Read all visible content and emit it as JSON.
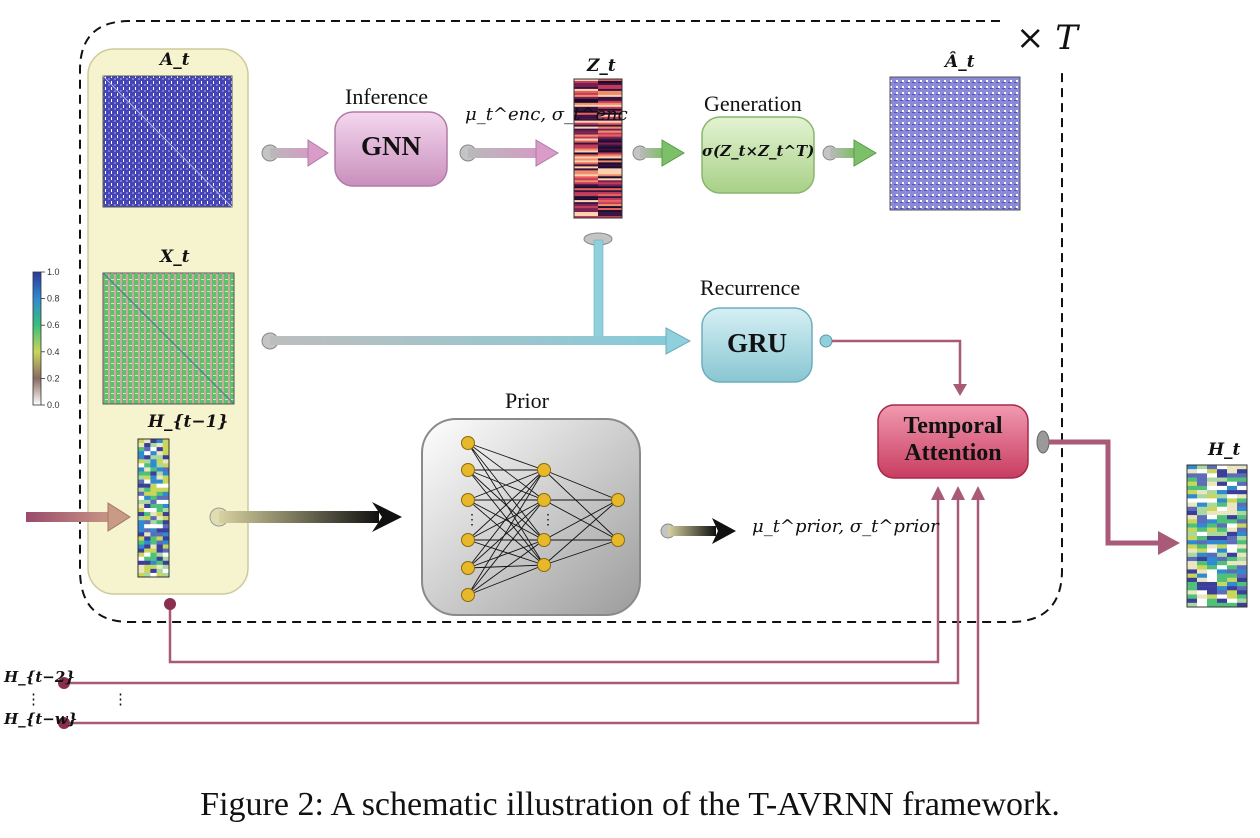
{
  "loop_label": "× T",
  "blocks": {
    "inference": {
      "title": "Inference",
      "module": "GNN"
    },
    "generation": {
      "title": "Generation",
      "module": "σ(Z_t×Z_t^T)"
    },
    "recurrence": {
      "title": "Recurrence",
      "module": "GRU"
    },
    "prior": {
      "title": "Prior"
    },
    "temporal_attention": {
      "line1": "Temporal",
      "line2": "Attention"
    }
  },
  "symbols": {
    "A_t": "A_t",
    "A_hat_t": "Â_t",
    "X_t": "X_t",
    "Z_t": "Z_t",
    "H_prev": "H_{t−1}",
    "H_t": "H_t",
    "H_t2": "H_{t−2}",
    "H_tw": "H_{t−w}",
    "enc_params": "μ_t^enc, σ_t^enc",
    "prior_params": "μ_t^prior, σ_t^prior",
    "vdots": "⋮"
  },
  "colorbar": {
    "ticks": [
      "1.0",
      "0.8",
      "0.6",
      "0.4",
      "0.2",
      "0.0"
    ],
    "colors": [
      "#2b3a9a",
      "#2f8ad1",
      "#38c07a",
      "#b8d64f",
      "#c9a48a",
      "#7d5a4f",
      "#ffffff"
    ]
  },
  "colors": {
    "adjacency": "#3a3ab0",
    "pink_arrow": "#d99cc8",
    "green_arrow": "#7cc06a",
    "cyan_arrow": "#8fd0dc",
    "maroon_line": "#a85a78",
    "gnn_box": "#e2b0d6",
    "gen_box": "#c4e2a8",
    "gru_box": "#a9dce4",
    "attn_box": "#e0627f",
    "panel_fill": "#f6f3cf"
  },
  "caption": "Figure 2: A schematic illustration of the T-AVRNN framework."
}
